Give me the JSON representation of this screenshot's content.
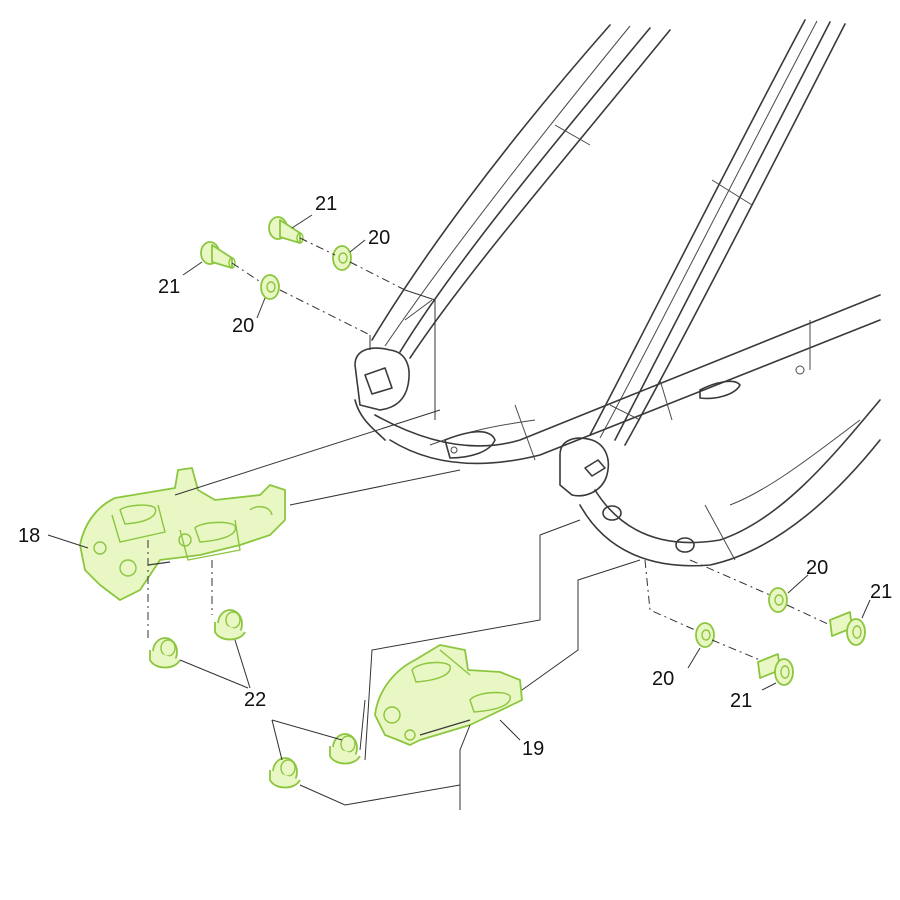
{
  "callouts": {
    "c18": "18",
    "c19": "19",
    "c20a": "20",
    "c20b": "20",
    "c20c": "20",
    "c20d": "20",
    "c21a": "21",
    "c21b": "21",
    "c21c": "21",
    "c21d": "21",
    "c22": "22"
  },
  "colors": {
    "part_stroke": "#8cc63f",
    "part_fill": "#e8f7c4",
    "frame_stroke": "#3a3a3a"
  }
}
